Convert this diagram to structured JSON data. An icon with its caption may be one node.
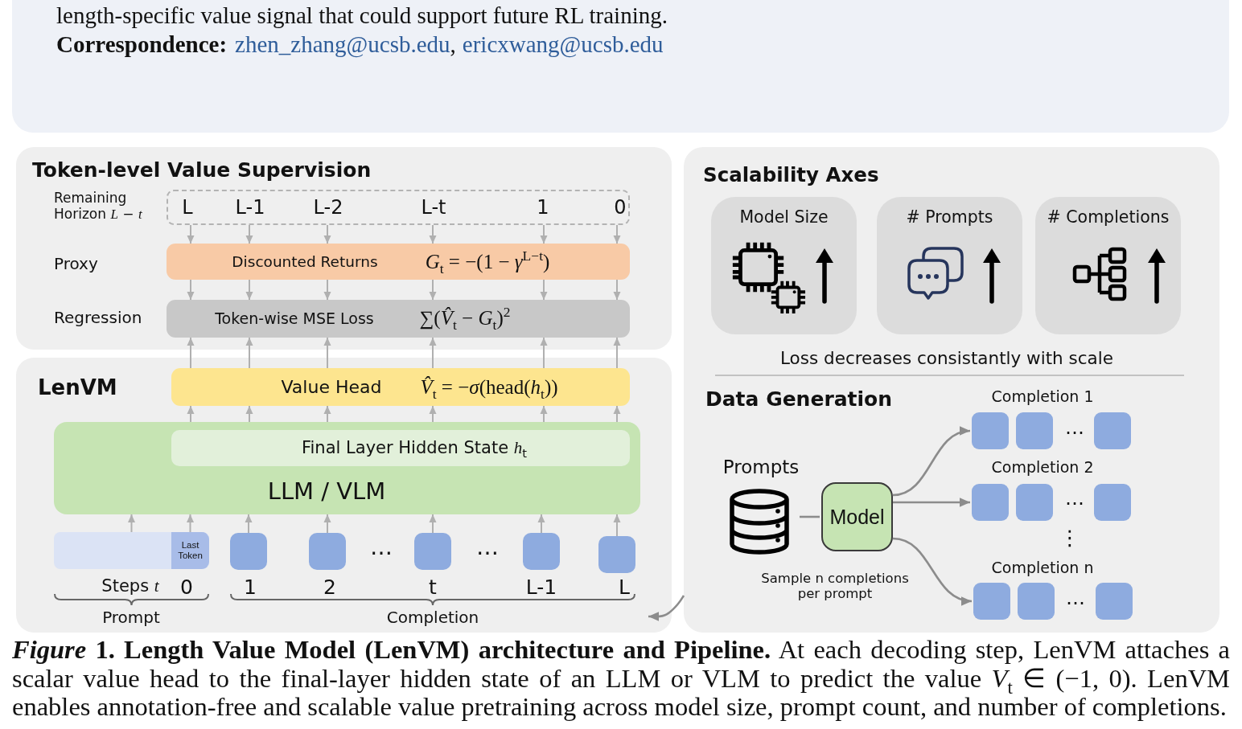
{
  "diagram": {
    "caption": "*Figure* **1. Length Value Model (LenVM) architecture and Pipeline.** At each decoding step, LenVM attaches a scalar value head to the final-layer hidden state of an LLM or VLM to predict the value *V*$_{t}$ ∈ (−1, 0). LenVM enables annotation-free and scalable value pretraining across model size, prompt count, and number of completions.",
    "nodes": [
      {
        "text": [
          "Token-level Value Supervision"
        ]
      },
      {
        "text": [
          "L",
          "L-1",
          "L-2",
          "L-t",
          "1",
          "0"
        ],
        "in": 0
      },
      {
        "text": [
          "Discounted Returns",
          "*G*$_{t}$ = −(1 − *γ*$^{L−t}$)"
        ],
        "in": 0
      },
      {
        "text": [
          "Token-wise MSE Loss",
          "∑(*V̂*$_{t}$ − *G*$_{t}$)$^{2}$"
        ],
        "in": 0
      },
      {
        "text": [
          "LenVM"
        ]
      },
      {
        "text": [
          "Value Head",
          "*V̂*$_{t}$ = −*σ*(head(*h*$_{t}$))"
        ],
        "in": 4
      },
      {
        "text": [
          "LLM / VLM"
        ],
        "in": 4
      },
      {
        "text": [
          "Final Layer Hidden State *h*$_{t}$"
        ],
        "in": 6
      },
      {
        "text": [],
        "shape": "bar",
        "in": 4
      },
      {
        "text": [
          "Last Token"
        ],
        "in": 8,
        "beside": [
          "0"
        ]
      },
      {
        "text": [],
        "shape": "box",
        "in": 4,
        "beside": [
          "1"
        ]
      },
      {
        "text": [],
        "shape": "box",
        "in": 4,
        "beside": [
          "2"
        ]
      },
      {
        "text": [],
        "shape": "box",
        "in": 4,
        "beside": [
          "t"
        ]
      },
      {
        "text": [],
        "shape": "box",
        "in": 4,
        "beside": [
          "L-1"
        ]
      },
      {
        "text": [],
        "shape": "box",
        "in": 4,
        "beside": [
          "L"
        ]
      },
      {
        "text": [
          "Scalability Axes",
          "Data Generation"
        ]
      },
      {
        "text": [
          "Model Size"
        ],
        "in": 15
      },
      {
        "text": [
          "# Prompts"
        ],
        "in": 15
      },
      {
        "text": [
          "# Completions"
        ],
        "in": 15
      },
      {
        "text": [
          "Prompts"
        ],
        "in": 15
      },
      {
        "text": [
          "Model"
        ],
        "in": 15,
        "beside": [
          "Sample n completions per prompt"
        ]
      },
      {
        "text": [
          "Completion 1"
        ],
        "in": 15
      },
      {
        "text": [
          "Completion 2"
        ],
        "in": 15
      },
      {
        "text": [
          "Completion n"
        ],
        "in": 15
      }
    ],
    "edges": [
      {
        "from": 1,
        "to": 2,
        "arrow": "to"
      },
      {
        "from": 1,
        "to": 2,
        "arrow": "to"
      },
      {
        "from": 1,
        "to": 2,
        "arrow": "to"
      },
      {
        "from": 1,
        "to": 2,
        "arrow": "to"
      },
      {
        "from": 1,
        "to": 2,
        "arrow": "to"
      },
      {
        "from": 1,
        "to": 2,
        "arrow": "to"
      },
      {
        "from": 2,
        "to": 3,
        "arrow": "to"
      },
      {
        "from": 2,
        "to": 3,
        "arrow": "to"
      },
      {
        "from": 2,
        "to": 3,
        "arrow": "to"
      },
      {
        "from": 2,
        "to": 3,
        "arrow": "to"
      },
      {
        "from": 2,
        "to": 3,
        "arrow": "to"
      },
      {
        "from": 2,
        "to": 3,
        "arrow": "to"
      },
      {
        "from": 5,
        "to": 3,
        "arrow": "to"
      },
      {
        "from": 5,
        "to": 3,
        "arrow": "to"
      },
      {
        "from": 5,
        "to": 3,
        "arrow": "to"
      },
      {
        "from": 5,
        "to": 3,
        "arrow": "to"
      },
      {
        "from": 5,
        "to": 3,
        "arrow": "to"
      },
      {
        "from": 5,
        "to": 3,
        "arrow": "to"
      },
      {
        "from": 6,
        "to": 5,
        "arrow": "to"
      },
      {
        "from": 6,
        "to": 5,
        "arrow": "to"
      },
      {
        "from": 6,
        "to": 5,
        "arrow": "to"
      },
      {
        "from": 6,
        "to": 5,
        "arrow": "to"
      },
      {
        "from": 6,
        "to": 5,
        "arrow": "to"
      },
      {
        "from": 6,
        "to": 5,
        "arrow": "to"
      },
      {
        "from": 8,
        "to": 6,
        "arrow": "to"
      },
      {
        "from": 9,
        "to": 6,
        "arrow": "to"
      },
      {
        "from": 10,
        "to": 6,
        "arrow": "to"
      },
      {
        "from": 11,
        "to": 6,
        "arrow": "to"
      },
      {
        "from": 12,
        "to": 6,
        "arrow": "to"
      },
      {
        "from": 13,
        "to": 6,
        "arrow": "to"
      },
      {
        "from": 14,
        "to": 6,
        "arrow": "to"
      },
      {
        "from": 19,
        "to": 20,
        "arrow": "none",
        "color": "#8c8c8c"
      },
      {
        "from": 20,
        "to": 21,
        "arrow": "to",
        "color": "#8c8c8c"
      },
      {
        "from": 20,
        "to": 22,
        "arrow": "to",
        "color": "#8c8c8c"
      },
      {
        "from": 20,
        "to": 23,
        "arrow": "to",
        "color": "#8c8c8c"
      },
      {
        "from": 15,
        "to": 4,
        "arrow": "to",
        "color": "#8c8c8c"
      }
    ],
    "labels": [
      "length-specific value signal that could support future RL training.",
      "Correspondence:",
      "zhen_zhang@ucsb.edu",
      ",",
      "ericxwang@ucsb.edu",
      "Remaining Horizon *L* − *t*",
      "Proxy",
      "Regression",
      "Steps *t*",
      "…",
      "…",
      "Prompt",
      "Completion",
      "Loss decreases consistantly with scale",
      "…",
      "…",
      "⋮",
      "…"
    ]
  }
}
